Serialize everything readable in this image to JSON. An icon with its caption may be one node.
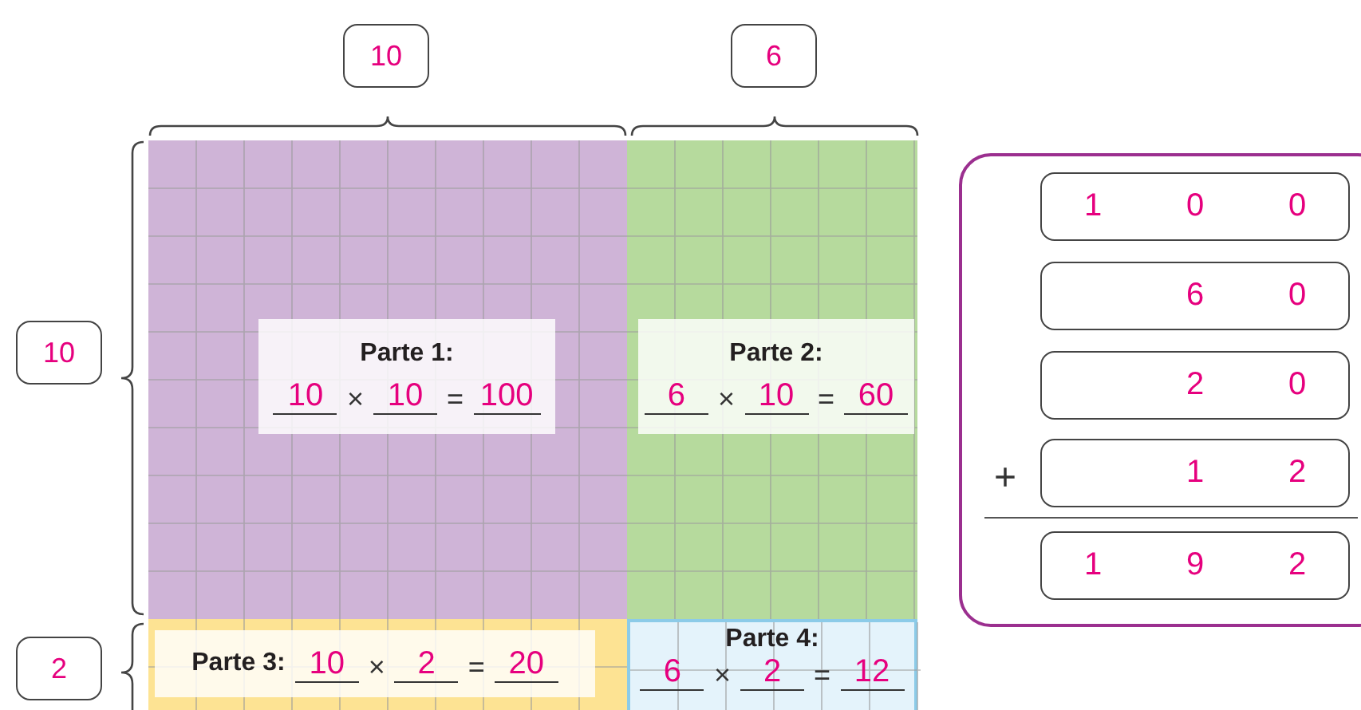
{
  "diagram": {
    "nodes": [
      {
        "text": [
          "10"
        ]
      },
      {
        "text": [
          "6"
        ]
      },
      {
        "text": [
          "10"
        ]
      },
      {
        "text": [
          "2"
        ]
      },
      {
        "text": [
          "Parte 1:",
          "10",
          "×",
          "10",
          "=",
          "100"
        ]
      },
      {
        "text": [
          "Parte 2:",
          "6",
          "×",
          "10",
          "=",
          "60"
        ]
      },
      {
        "text": [
          "Parte 3:",
          "10",
          "×",
          "2",
          "=",
          "20"
        ]
      },
      {
        "text": [
          "Parte 4:",
          "6",
          "×",
          "2",
          "=",
          "12"
        ]
      },
      {
        "text": [
          "+"
        ]
      },
      {
        "text": [
          "1",
          "0",
          "0"
        ],
        "in": 8
      },
      {
        "text": [
          "6",
          "0"
        ],
        "in": 8
      },
      {
        "text": [
          "2",
          "0"
        ],
        "in": 8
      },
      {
        "text": [
          "1",
          "2"
        ],
        "in": 8
      },
      {
        "text": [
          "1",
          "9",
          "2"
        ],
        "in": 8
      }
    ],
    "edges": []
  }
}
